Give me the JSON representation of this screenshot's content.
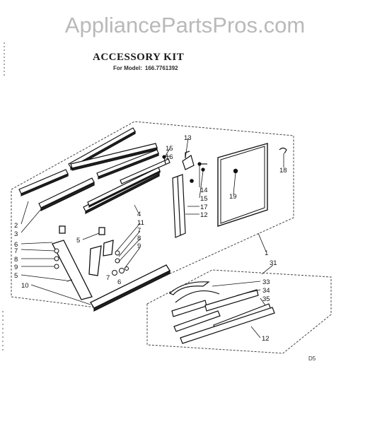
{
  "watermark": "AppliancePartsPros.com",
  "title": "ACCESSORY KIT",
  "model_prefix": "For Model:",
  "model_number": "166.7761392",
  "page_code": "D5",
  "callouts": {
    "c1": "1",
    "c2": "2",
    "c3": "3",
    "c4": "4",
    "c5a": "5",
    "c5b": "5",
    "c6a": "6",
    "c6b": "6",
    "c7a": "7",
    "c7b": "7",
    "c7c": "7",
    "c8a": "8",
    "c8b": "8",
    "c9a": "9",
    "c9b": "9",
    "c10": "10",
    "c11": "11",
    "c12a": "12",
    "c12b": "12",
    "c13": "13",
    "c14": "14",
    "c15a": "15",
    "c15b": "15",
    "c16": "16",
    "c17": "17",
    "c18": "18",
    "c19": "19",
    "c31": "31",
    "c33": "33",
    "c34": "34",
    "c35": "35"
  }
}
